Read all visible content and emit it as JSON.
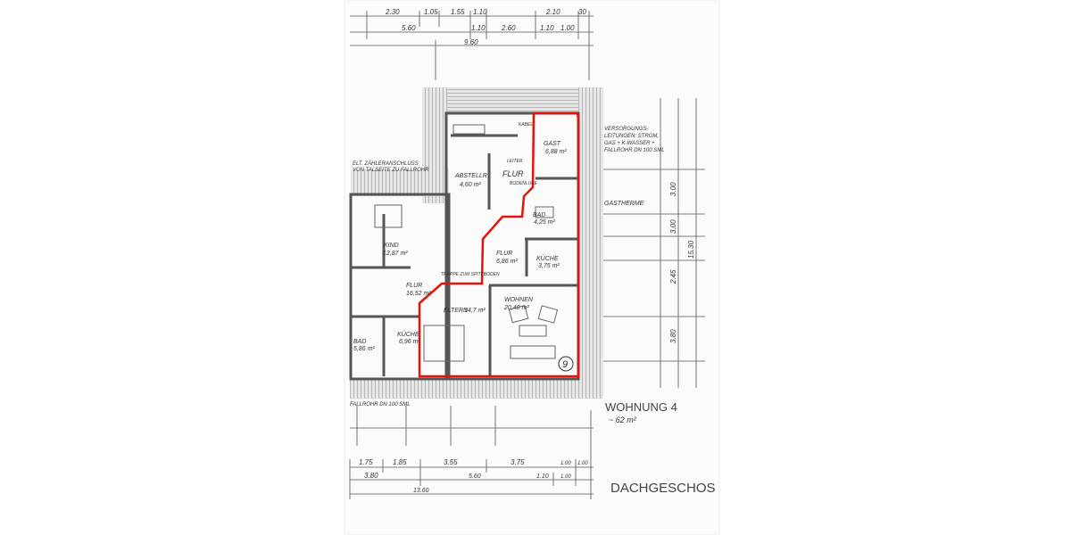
{
  "drawing": {
    "sheet_title": "DACHGESCHOS",
    "unit_label": "WOHNUNG 4",
    "unit_area": "~ 62 m²",
    "unit_number": "9",
    "highlight_color": "#e8120c",
    "rooms": [
      {
        "name": "GAST",
        "area": "6,88 m²"
      },
      {
        "name": "ABSTELLR",
        "area": "4,60 m²"
      },
      {
        "name": "FLUR",
        "area": ""
      },
      {
        "name": "BAD",
        "area": "4,25 m²"
      },
      {
        "name": "FLUR",
        "area": "6,86 m²"
      },
      {
        "name": "KÜCHE",
        "area": "3,75 m²"
      },
      {
        "name": "WOHNEN",
        "area": "20,40 m²"
      },
      {
        "name": "ELTERN",
        "area": "14,7 m²"
      },
      {
        "name": "KIND",
        "area": "12,87 m²"
      },
      {
        "name": "FLUR",
        "area": "16,52 m²"
      },
      {
        "name": "BAD",
        "area": "5,86 m²"
      },
      {
        "name": "KÜCHE",
        "area": "6,96 m²"
      }
    ],
    "notes": [
      "VERSORGUNGS-",
      "LEITUNGEN: STROM,",
      "GAS + K-WASSER +",
      "FALLROHR DN 100 SML",
      "GASTHERME",
      "ELT. ZÄHLERANSCHLUSS",
      "VON TALSEITE ZU FALLROHR",
      "FALLROHR DN 100 SML",
      "KABEL",
      "TREPPE ZUM SPITZBODEN",
      "BODENLUKE",
      "LEITER"
    ],
    "dimensions_top": {
      "row1": [
        "2.30",
        "1.05",
        "1.55",
        "1.10",
        "2.10",
        "30"
      ],
      "row2": [
        "5.60",
        "1.10",
        "2.60",
        "1.10",
        "1.00"
      ],
      "row3": [
        "9.60"
      ]
    },
    "dimensions_bottom": {
      "row1": [
        "1.75",
        "1.85",
        "3.55",
        "3.75",
        "1.00",
        "1.00"
      ],
      "row2": [
        "3.80",
        "5.60",
        "1.10",
        "1.00"
      ],
      "row3": [
        "13.60"
      ]
    },
    "dimensions_right": [
      "3.00",
      "3.00",
      "2.45",
      "3.80",
      "15.30"
    ]
  }
}
